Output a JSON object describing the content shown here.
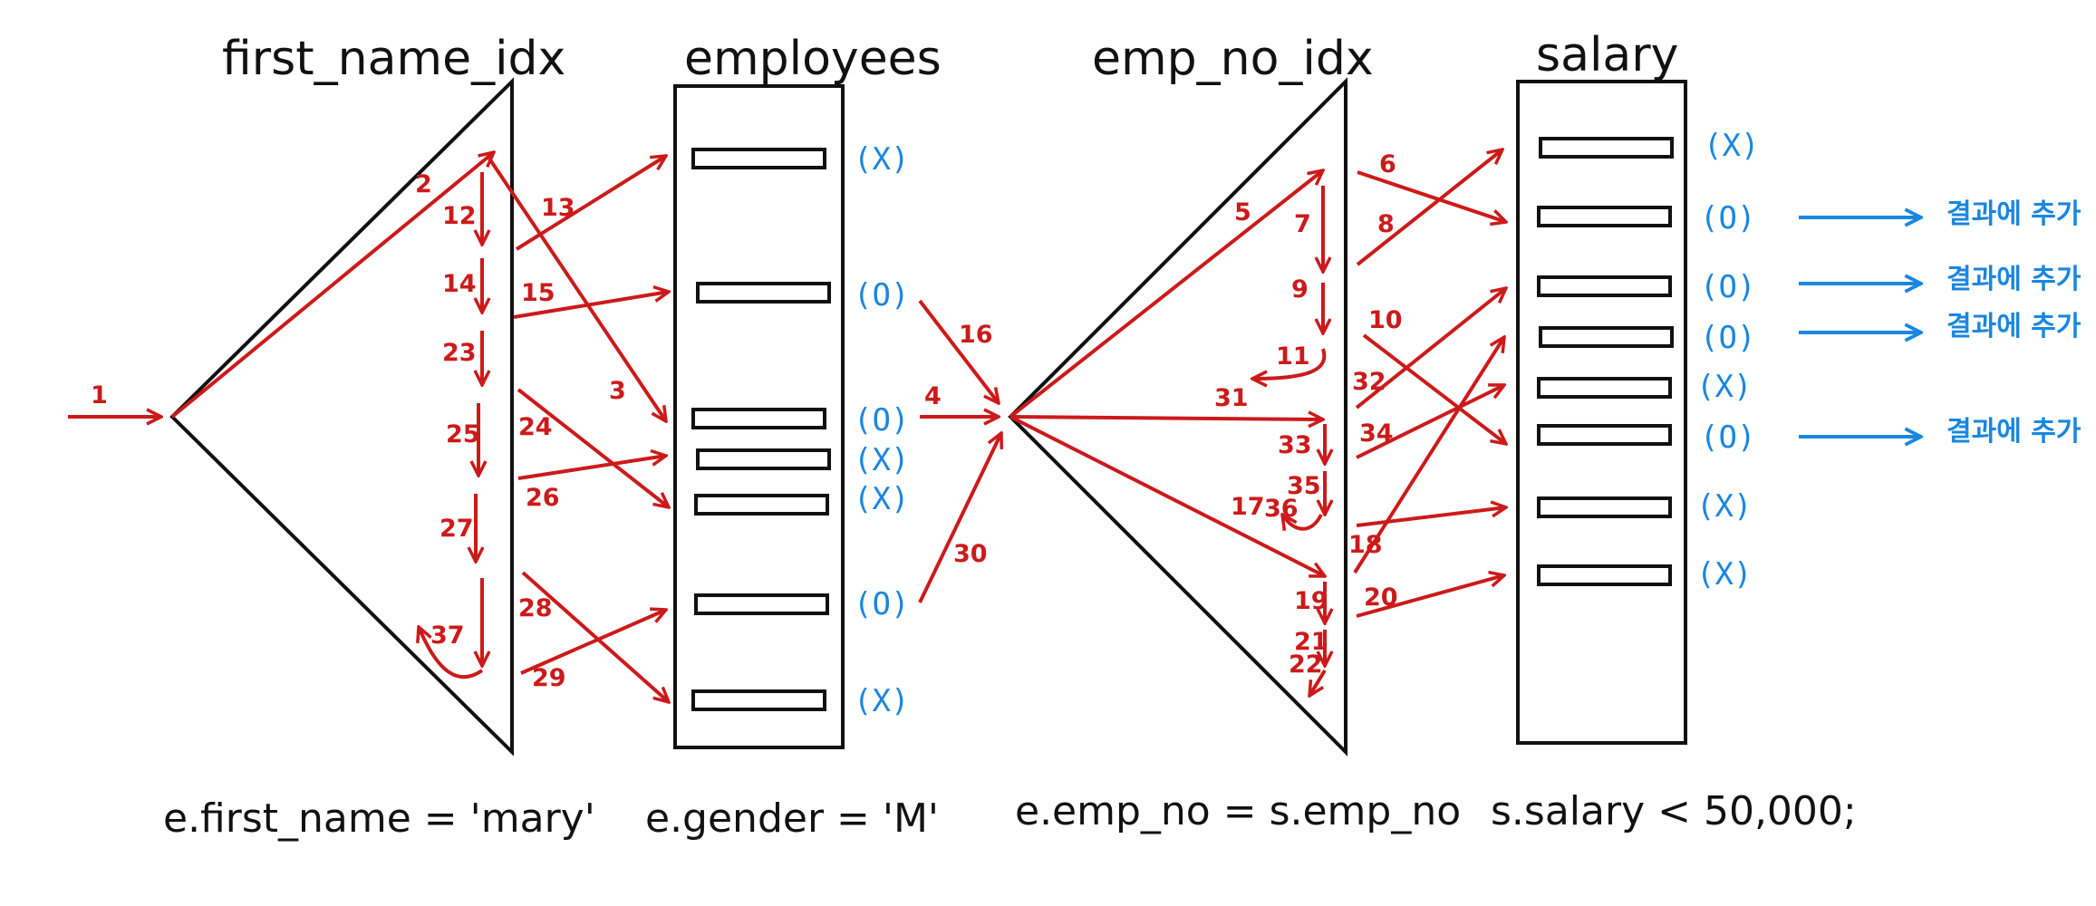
{
  "titles": {
    "first_name_idx": "first_name_idx",
    "employees": "employees",
    "emp_no_idx": "emp_no_idx",
    "salary": "salary"
  },
  "captions": {
    "first_name": "e.first_name = 'mary'",
    "gender": "e.gender = 'M'",
    "join": "e.emp_no = s.emp_no",
    "salary": "s.salary < 50,000;"
  },
  "employee_marks": [
    "(X)",
    "(O)",
    "(O)",
    "(X)",
    "(X)",
    "(O)",
    "(X)"
  ],
  "salary_marks": [
    "(X)",
    "(O)",
    "(O)",
    "(O)",
    "(X)",
    "(O)",
    "(X)",
    "(X)"
  ],
  "result_label": "결과에 추가",
  "step_labels": {
    "s1": "1",
    "s2": "2",
    "s3": "3",
    "s4": "4",
    "s5": "5",
    "s6": "6",
    "s7": "7",
    "s8": "8",
    "s9": "9",
    "s10": "10",
    "s11": "11",
    "s12": "12",
    "s13": "13",
    "s14": "14",
    "s15": "15",
    "s16": "16",
    "s17": "17",
    "s18": "18",
    "s19": "19",
    "s20": "20",
    "s21": "21",
    "s22": "22",
    "s23": "23",
    "s24": "24",
    "s25": "25",
    "s26": "26",
    "s27": "27",
    "s28": "28",
    "s29": "29",
    "s30": "30",
    "s31": "31",
    "s32": "32",
    "s33": "33",
    "s34": "34",
    "s35": "35",
    "s36": "36",
    "s37": "37"
  },
  "colors": {
    "arrow": "#cc1a1a",
    "result": "#1a86e0",
    "structure": "#111111"
  }
}
